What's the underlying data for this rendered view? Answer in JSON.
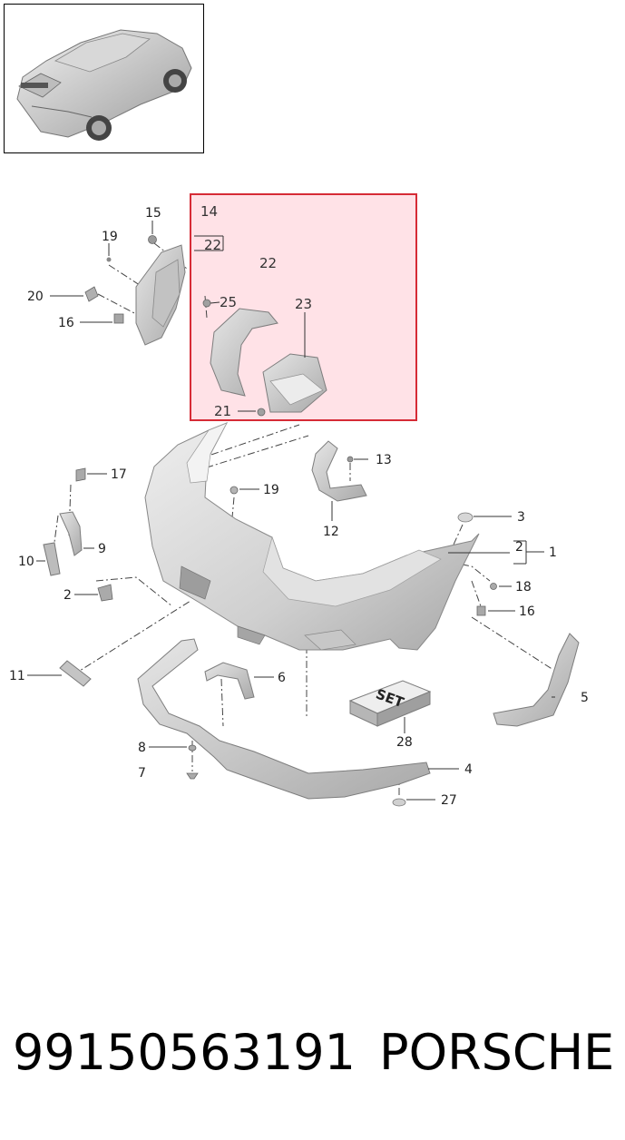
{
  "footer": {
    "part_number": "99150563191",
    "brand": "PORSCHE"
  },
  "set_label": "SET",
  "callouts": {
    "c1": "1",
    "c2a": "2",
    "c2b": "2",
    "c3": "3",
    "c4": "4",
    "c5": "5",
    "c6": "6",
    "c7": "7",
    "c8": "8",
    "c9": "9",
    "c10": "10",
    "c11": "11",
    "c12": "12",
    "c13": "13",
    "c14": "14",
    "c15": "15",
    "c16a": "16",
    "c16b": "16",
    "c17": "17",
    "c18": "18",
    "c19a": "19",
    "c19b": "19",
    "c20": "20",
    "c21": "21",
    "c22a": "22",
    "c22b": "22",
    "c23": "23",
    "c25": "25",
    "c27": "27",
    "c28": "28"
  },
  "colors": {
    "highlight_border": "#d62b36",
    "highlight_fill": "#ffc4d0",
    "part_fill": "#d4d4d4",
    "part_stroke": "#8a8a8a"
  }
}
